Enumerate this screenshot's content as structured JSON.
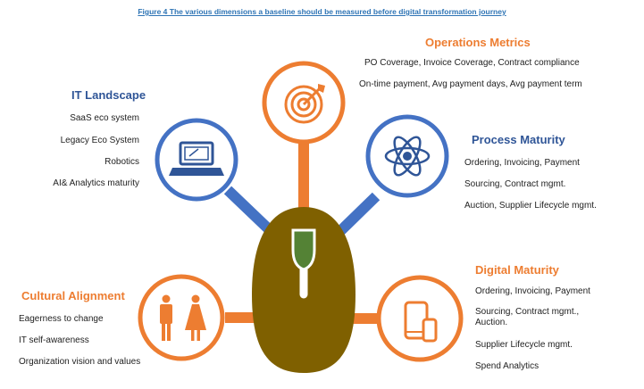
{
  "caption": "Figure 4 The various dimensions a baseline should be measured before digital transformation journey",
  "colors": {
    "orange": "#ed7d31",
    "blue": "#4472c4",
    "dark_blue": "#2f5597",
    "mouse": "#7f6000",
    "mouse_button": "#548235"
  },
  "dimensions": {
    "operations": {
      "title": "Operations Metrics",
      "icon": "target-icon",
      "items": [
        "PO Coverage, Invoice Coverage, Contract compliance",
        "On-time payment, Avg payment days, Avg payment term"
      ]
    },
    "it": {
      "title": "IT Landscape",
      "icon": "laptop-icon",
      "items": [
        "SaaS eco system",
        "Legacy Eco System",
        "Robotics",
        "AI& Analytics maturity"
      ]
    },
    "process": {
      "title": "Process Maturity",
      "icon": "atom-icon",
      "items": [
        "Ordering, Invoicing, Payment",
        "Sourcing, Contract mgmt.",
        "Auction, Supplier Lifecycle mgmt."
      ]
    },
    "cultural": {
      "title": "Cultural Alignment",
      "icon": "people-icon",
      "items": [
        "Eagerness to change",
        "IT self-awareness",
        "Organization vision and values"
      ]
    },
    "digital": {
      "title": "Digital Maturity",
      "icon": "devices-icon",
      "items": [
        "Ordering, Invoicing, Payment",
        "Sourcing, Contract mgmt., Auction.",
        "Supplier Lifecycle mgmt.",
        "Spend Analytics"
      ]
    }
  }
}
